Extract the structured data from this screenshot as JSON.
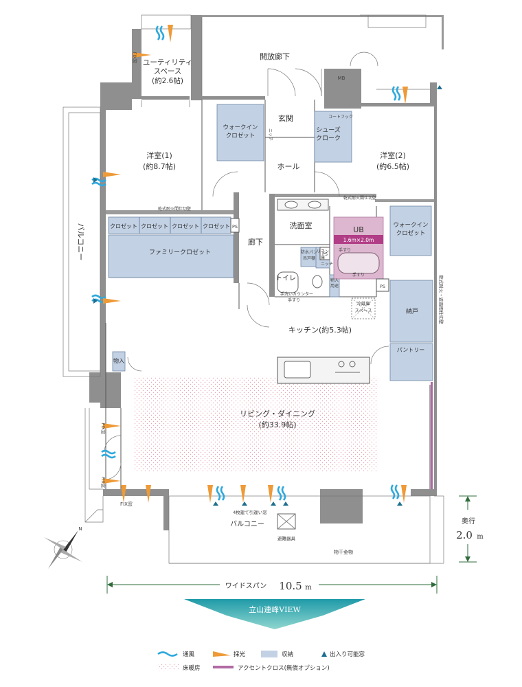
{
  "rooms": {
    "utility": {
      "line1": "ユーティリティ",
      "line2": "スペース",
      "line3": "(約2.6帖)"
    },
    "corridor_open": "開放廊下",
    "mb": "MB",
    "genkan": "玄関",
    "hall": "ホール",
    "shoes": {
      "line1": "シューズ",
      "line2": "クローク"
    },
    "coat_hook": "コートフック",
    "wic1": {
      "line1": "ウォークイン",
      "line2": "クロゼット"
    },
    "wic2": {
      "line1": "ウォークイン",
      "line2": "クロゼット"
    },
    "niche_v": "ニッチ",
    "room1": {
      "name": "洋室(1)",
      "size": "(約8.7帖)"
    },
    "room2": {
      "name": "洋室(2)",
      "size": "(約6.5帖)"
    },
    "closets": [
      "クロゼット",
      "クロゼット",
      "クロゼット",
      "クロゼット"
    ],
    "family_closet": "ファミリークロゼット",
    "ps": "PS",
    "fire_wall": "乾式耐火間仕切壁",
    "fire_wall_vertical": "乾式耐火・遮音間仕切壁",
    "balcony_left": "バルコニー",
    "rouka": "廊下",
    "washroom": "洗面室",
    "ub": {
      "name": "UB",
      "size": "1.6m×2.0m"
    },
    "tesuri": "手すり",
    "niche": "ニッチ",
    "bousui": {
      "line1": "防水パン",
      "line2": "吊戸棚"
    },
    "linen": {
      "line1": "リネン",
      "line2": "庫"
    },
    "toilet": "トイレ",
    "yoto": {
      "line1": "物入",
      "line2": "用途"
    },
    "tearai": "手洗いカウンター",
    "fridge": {
      "line1": "冷蔵庫",
      "line2": "スペース"
    },
    "nando": "納戸",
    "pantry": "パントリー",
    "kitchen": "キッチン(約5.3帖)",
    "monoire": "物入",
    "living": {
      "name": "リビング・ダイニング",
      "size": "(約33.9帖)"
    },
    "fix_window": "FIX窓",
    "fix_v": "FIX窓",
    "sliding": "4枚建て引違い窓",
    "balcony_bottom": "バルコニー",
    "evac": "避難器具",
    "hanger": "物干金物"
  },
  "dimensions": {
    "wide_label": "ワイドスパン",
    "wide_value": "10.5",
    "wide_unit": "m",
    "depth_label": "奥行",
    "depth_value": "2.0",
    "depth_unit": "m"
  },
  "view_label": "立山連峰VIEW",
  "north_label": "N",
  "legend": [
    {
      "key": "wind",
      "label": "通風",
      "color": "#2fa9dc"
    },
    {
      "key": "light",
      "label": "採光",
      "color": "#ee9a37"
    },
    {
      "key": "storage",
      "label": "収納",
      "color": "#c2d1e4"
    },
    {
      "key": "door",
      "label": "出入り可能窓",
      "color": "#1f6f8f"
    },
    {
      "key": "floorheat",
      "label": "床暖房",
      "color": "#e9a9b6"
    },
    {
      "key": "accent",
      "label": "アクセントクロス(無償オプション)",
      "color": "#b06aa3"
    }
  ],
  "colors": {
    "wall": "#8f8f8f",
    "storage": "#c2d1e4",
    "ub": "#dcb7cf",
    "ub_label": "#b13d86",
    "floorheat": "#e6a7b3",
    "view_top": "#1f9aa8",
    "view_bottom": "#7fcfc9",
    "dim_green": "#2e6b3a"
  }
}
